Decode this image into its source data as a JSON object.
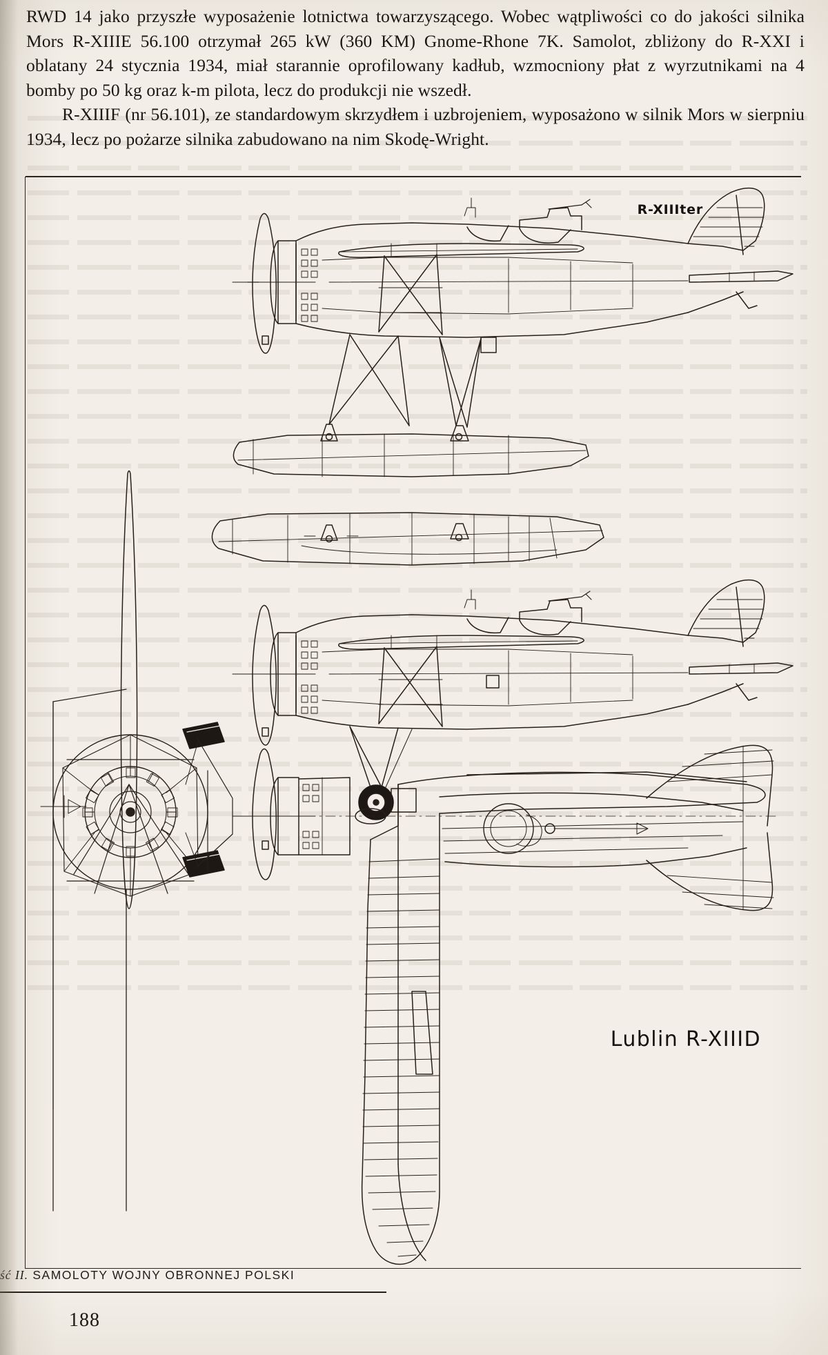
{
  "document": {
    "page_number": "188",
    "footer": {
      "part_italic": "ść II.",
      "title": "SAMOLOTY WOJNY OBRONNEJ POLSKI"
    }
  },
  "body": {
    "paragraphs": [
      {
        "indent": false,
        "text": "RWD 14 jako przyszłe wyposażenie lotnictwa towarzyszącego. Wobec wątpliwości co do jakości silnika Mors R-XIIIE 56.100 otrzymał 265 kW (360 KM) Gnome-Rhone 7K. Samolot, zbliżony do R-XXI i oblatany 24 stycznia 1934, miał starannie oprofilowany kadłub, wzmocniony płat z wyrzutnikami na 4 bomby po 50 kg oraz k-m pilota, lecz do produkcji nie wszedł."
      },
      {
        "indent": true,
        "text": "R-XIIIF (nr 56.101), ze standardowym skrzydłem i uzbrojeniem, wyposażono w silnik Mors w sierpniu 1934, lecz po pożarze silnika zabudowano na nim Skodę-Wright."
      }
    ]
  },
  "figure": {
    "caption_top_right": "R-XIIIter",
    "caption_bottom_right": "Lublin R-XIIID",
    "views": [
      "floatplane-side-view",
      "float-detail-view",
      "landplane-side-view",
      "front-view",
      "plan-view"
    ],
    "colors": {
      "ink": "#262019",
      "paper": "#f3efe8"
    }
  }
}
